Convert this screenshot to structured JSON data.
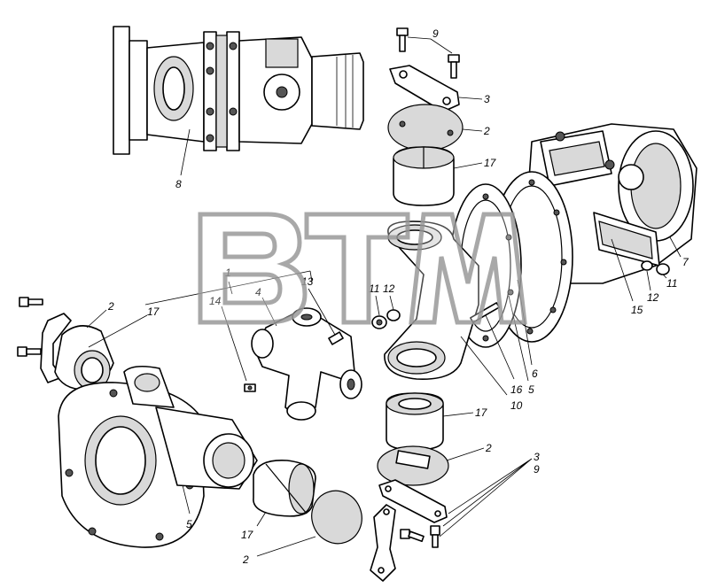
{
  "watermark": "BTM",
  "callouts": {
    "c_9_top": "9",
    "c_3_top": "3",
    "c_2_top": "2",
    "c_17_top": "17",
    "c_8": "8",
    "c_7": "7",
    "c_11_right": "11",
    "c_12_right": "12",
    "c_15": "15",
    "c_6": "6",
    "c_5_center": "5",
    "c_16": "16",
    "c_10": "10",
    "c_11_mid": "11",
    "c_12_mid": "12",
    "c_13": "13",
    "c_1": "1",
    "c_4": "4",
    "c_14": "14",
    "c_2_left": "2",
    "c_17_left": "17",
    "c_5_left": "5",
    "c_17_bottom_right": "17",
    "c_2_bottom_right": "2",
    "c_3_bottom": "3",
    "c_9_bottom": "9",
    "c_17_bottom": "17",
    "c_2_bottom": "2"
  }
}
